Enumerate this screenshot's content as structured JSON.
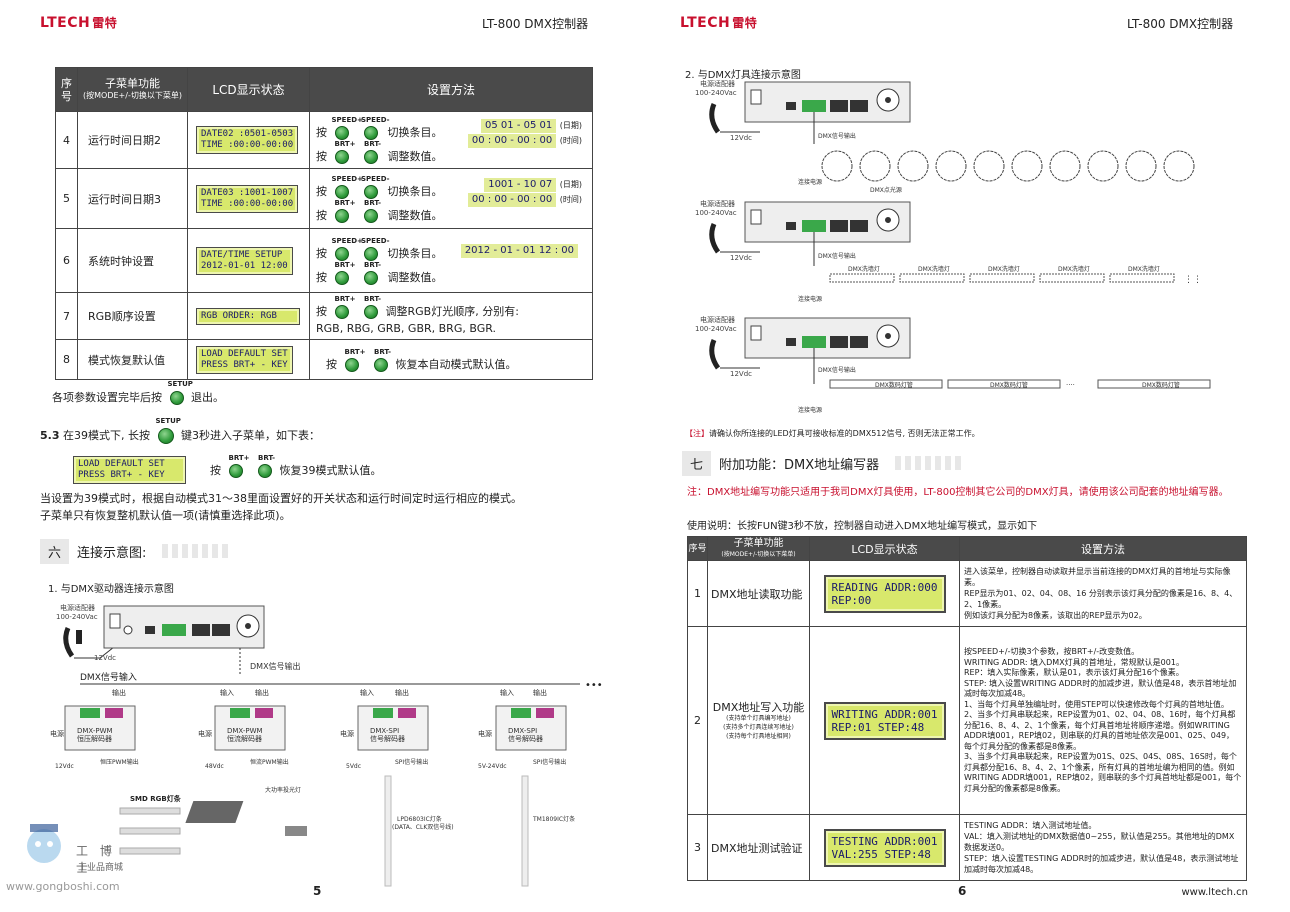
{
  "header": {
    "brand_latin": "LTECH",
    "brand_cn": "雷特",
    "doc_title": "LT-800 DMX控制器"
  },
  "left_page": {
    "table_headers": {
      "num": "序号",
      "func": "子菜单功能",
      "func_sub": "(按MODE+/-切换以下菜单)",
      "lcd": "LCD显示状态",
      "method": "设置方法"
    },
    "rows": [
      {
        "num": "4",
        "func": "运行时间日期2",
        "lcd1": "DATE02 :0501-0503",
        "lcd2": "TIME :00:00-00:00",
        "m1": "切换条目。",
        "m2": "调整数值。",
        "ex1": "05 01 - 05 01",
        "ex1_tag": "(日期)",
        "ex2": "00 : 00 - 00 : 00",
        "ex2_tag": "(时间)"
      },
      {
        "num": "5",
        "func": "运行时间日期3",
        "lcd1": "DATE03 :1001-1007",
        "lcd2": "TIME :00:00-00:00",
        "m1": "切换条目。",
        "m2": "调整数值。",
        "ex1": "1001 - 10 07",
        "ex1_tag": "(日期)",
        "ex2": "00 : 00 - 00 : 00",
        "ex2_tag": "(时间)"
      },
      {
        "num": "6",
        "func": "系统时钟设置",
        "lcd1": "DATE/TIME SETUP",
        "lcd2": "2012-01-01  12:00",
        "m1": "切换条目。",
        "m2": "调整数值。",
        "ex1": "2012 - 01 - 01 12 : 00"
      },
      {
        "num": "7",
        "func": "RGB顺序设置",
        "lcd1": "RGB ORDER:    RGB",
        "m1": "调整RGB灯光顺序, 分别有:",
        "m2": "RGB, RBG, GRB, GBR, BRG, BGR."
      },
      {
        "num": "8",
        "func": "模式恢复默认值",
        "lcd1": "LOAD  DEFAULT SET",
        "lcd2": "PRESS BRT+ -   KEY",
        "m1": "恢复本自动模式默认值。"
      }
    ],
    "press": "按",
    "btn_speed_plus": "SPEED+",
    "btn_speed_minus": "SPEED-",
    "btn_brt_plus": "BRT+",
    "btn_brt_minus": "BRT-",
    "btn_setup": "SETUP",
    "after_table_1": "各项参数设置完毕后按",
    "after_table_2": "退出。",
    "s53_num": "5.3",
    "s53_a": "在39模式下, 长按",
    "s53_b": "键3秒进入子菜单，如下表：",
    "s53_lcd1": "LOAD  DEFAULT SET",
    "s53_lcd2": "PRESS BRT+ -   KEY",
    "s53_restore": "恢复39模式默认值。",
    "para1": "当设置为39模式时，根据自动模式31～38里面设置好的开关状态和运行时间定时运行相应的模式。",
    "para2": "子菜单只有恢复整机默认值一项(请慎重选择此项)。",
    "sec6_num": "六",
    "sec6_title": "连接示意图:",
    "diag1_title": "1. 与DMX驱动器连接示意图",
    "diag": {
      "adapter": "电源适配器",
      "adapter_v": "100-240Vac",
      "v12": "12Vdc",
      "dmx_out": "DMX信号输出",
      "dmx_in": "DMX信号输入",
      "out": "输出",
      "in": "输入",
      "power": "电源",
      "dmx_pwm": "DMX-PWM",
      "pwm_decoder": "恒压解码器",
      "pwm_decoder2": "恒流解码器",
      "dmx_spi": "DMX-SPI",
      "spi_decoder": "信号解码器",
      "cv_pwm_out": "恒压PWM输出",
      "cc_pwm_out": "恒流PWM输出",
      "spi_out": "SPI信号输出",
      "smd": "SMD RGB灯条",
      "flood": "大功率投光灯",
      "lpd": "LPD6803IC灯条",
      "lpd_sub": "(DATA、CLK双信号线)",
      "tm": "TM1809IC灯条",
      "v_12": "12Vdc",
      "v_48": "48Vdc",
      "v_5": "5Vdc",
      "v_524": "5V-24Vdc"
    },
    "watermark_1": "工 博 士",
    "watermark_2": "工业品商城",
    "watermark_url": "www.gongboshi.com",
    "page_num": "5"
  },
  "right_page": {
    "diag2_title": "2. 与DMX灯具连接示意图",
    "adapter": "电源适配器",
    "adapter_v": "100-240Vac",
    "v12": "12Vdc",
    "dmx_out": "DMX信号输出",
    "conn_power": "连接电源",
    "dmx_point": "DMX点光源",
    "wash": "DMX洗墙灯",
    "tube": "DMX数码灯管",
    "note_tag": "【注】",
    "note": "请确认你所连接的LED灯具可接收标准的DMX512信号, 否则无法正常工作。",
    "sec7_num": "七",
    "sec7_title": "附加功能：DMX地址编写器",
    "red_note": "注：DMX地址编写功能只适用于我司DMX灯具使用，LT-800控制其它公司的DMX灯具，请使用该公司配套的地址编写器。",
    "usage": "使用说明：长按FUN键3秒不放，控制器自动进入DMX地址编写模式，显示如下",
    "table_headers": {
      "num": "序号",
      "func": "子菜单功能",
      "func_sub": "(按MODE+/-切换以下菜单)",
      "lcd": "LCD显示状态",
      "method": "设置方法"
    },
    "rows": [
      {
        "num": "1",
        "func": "DMX地址读取功能",
        "lcd1": "READING ADDR:000",
        "lcd2": "REP:00",
        "method": [
          "进入该菜单，控制器自动读取并显示当前连接的DMX灯具的首地址与实际像素。",
          "REP显示为01、02、04、08、16 分别表示该灯具分配的像素是16、8、4、2、1像素。",
          "例如该灯具分配为8像素，该取出的REP显示为02。"
        ]
      },
      {
        "num": "2",
        "func": "DMX地址写入功能",
        "func_sub1": "(支持单个灯具编写地址)",
        "func_sub2": "(支持多个灯具连续写地址)",
        "func_sub3": "(支持每个灯具地址相同)",
        "lcd1": "WRITING ADDR:001",
        "lcd2": "REP:01  STEP:48",
        "method": [
          "按SPEED+/-切换3个参数，按BRT+/-改变数值。",
          "WRITING ADDR: 填入DMX灯具的首地址，常规默认是001。",
          "REP：填入实际像素，默认是01，表示该灯具分配16个像素。",
          "STEP: 填入设置WRITING ADDR时的加减步进，默认值是48，表示首地址加减时每次加减48。",
          "1、当每个灯具单独编址时，使用STEP可以快速修改每个灯具的首地址值。",
          "2、当多个灯具串联起来，REP设置为01、02、04、08、16时，每个灯具都分配16、8、4、2、1个像素，每个灯具首地址将顺序递增。例如WRITING ADDR填001，REP填02，则串联的灯具的首地址依次是001、025、049，每个灯具分配的像素都是8像素。",
          "3、当多个灯具串联起来，REP设置为01S、02S、04S、08S、16S时，每个灯具都分配16、8、4、2、1个像素，所有灯具的首地址编为相同的值。例如WRITING ADDR填001，REP填02，则串联的多个灯具首地址都是001，每个灯具分配的像素都是8像素。"
        ]
      },
      {
        "num": "3",
        "func": "DMX地址测试验证",
        "lcd1": "TESTING ADDR:001",
        "lcd2": "VAL:255  STEP:48",
        "method": [
          "TESTING ADDR：填入测试地址值。",
          "VAL：填入测试地址的DMX数据值0~255，默认值是255。其他地址的DMX数据发送0。",
          "STEP：填入设置TESTING ADDR时的加减步进，默认值是48，表示测试地址加减时每次加减48。"
        ]
      }
    ],
    "page_num": "6",
    "url": "www.ltech.cn"
  }
}
